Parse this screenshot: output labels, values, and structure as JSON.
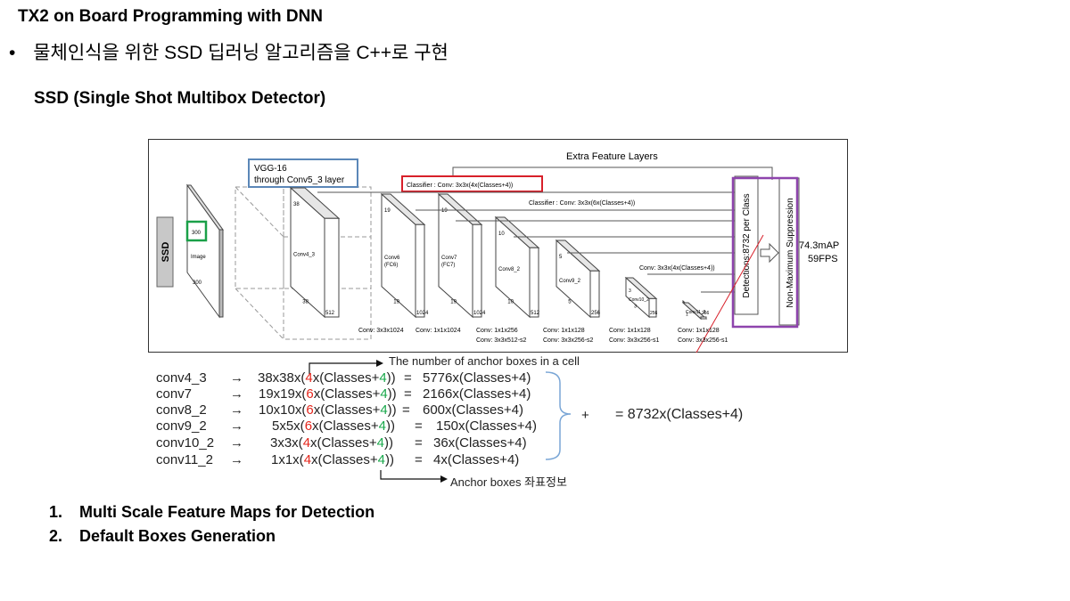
{
  "slide": {
    "title": "TX2 on Board Programming with DNN",
    "bullet_marker": "•",
    "bullet_text": "물체인식을 위한 SSD 딥러닝 알고리즘을 C++로 구현",
    "subtitle": "SSD (Single Shot Multibox Detector)"
  },
  "diagram": {
    "ssd_label": "SSD",
    "extra_feature_layers": "Extra Feature Layers",
    "vgg_label_1": "VGG-16",
    "vgg_label_2": "through Conv5_3 layer",
    "classifier_red": "Classifier : Conv: 3x3x(4x(Classes+4))",
    "classifier_2": "Classifier : Conv: 3x3x(6x(Classes+4))",
    "conv_side": "Conv: 3x3x(4x(Classes+4))",
    "detections": "Detections:8732 per Class",
    "nms": "Non-Maximum Suppression",
    "map": "74.3mAP",
    "fps": "59FPS",
    "image": {
      "top": "300",
      "label": "Image",
      "bottom": "300"
    },
    "blocks": [
      {
        "side": "38",
        "name": "Conv4_3",
        "bottom": "38",
        "depth": "512"
      },
      {
        "side": "19",
        "name": "Conv6",
        "name2": "(FC6)",
        "bottom": "19",
        "depth": "1024"
      },
      {
        "side": "19",
        "name": "Conv7",
        "name2": "(FC7)",
        "bottom": "19",
        "depth": "1024"
      },
      {
        "side": "10",
        "name": "Conv8_2",
        "bottom": "10",
        "depth": "512"
      },
      {
        "side": "5",
        "name": "Conv9_2",
        "bottom": "5",
        "depth": "256"
      },
      {
        "side": "3",
        "name": "Conv10_2",
        "bottom": "3",
        "depth": "256"
      },
      {
        "side": "1",
        "name": "Conv11_2",
        "bottom": "",
        "depth": "256"
      }
    ],
    "conv_bottom_row1": [
      "Conv: 3x3x1024",
      "Conv: 1x1x1024",
      "Conv: 1x1x256",
      "Conv: 1x1x128",
      "Conv: 1x1x128",
      "Conv: 1x1x128"
    ],
    "conv_bottom_row2": [
      "Conv: 3x3x512-s2",
      "Conv: 3x3x256-s2",
      "Conv: 3x3x256-s1",
      "Conv: 3x3x256-s1"
    ]
  },
  "equations": {
    "anchor_note": "The number of anchor boxes in a cell",
    "coord_note": "Anchor boxes 좌표정보",
    "arrow": "→",
    "rows": [
      {
        "layer": "conv4_3",
        "grid": "38x38x(",
        "anchors": "4",
        "mid": "x(Classes+",
        "coords": "4",
        "end": "))",
        "eq": "=",
        "result": "5776x(Classes+4)"
      },
      {
        "layer": "conv7",
        "grid": "19x19x(",
        "anchors": "6",
        "mid": "x(Classes+",
        "coords": "4",
        "end": "))",
        "eq": "=",
        "result": "2166x(Classes+4)"
      },
      {
        "layer": "conv8_2",
        "grid": "10x10x(",
        "anchors": "6",
        "mid": "x(Classes+",
        "coords": "4",
        "end": "))",
        "eq": "=",
        "result": "600x(Classes+4)"
      },
      {
        "layer": "conv9_2",
        "grid": "5x5x(",
        "anchors": "6",
        "mid": "x(Classes+",
        "coords": "4",
        "end": "))",
        "eq": "=",
        "result": "150x(Classes+4)"
      },
      {
        "layer": "conv10_2",
        "grid": "3x3x(",
        "anchors": "4",
        "mid": "x(Classes+",
        "coords": "4",
        "end": "))",
        "eq": "=",
        "result": "36x(Classes+4)"
      },
      {
        "layer": "conv11_2",
        "grid": "1x1x(",
        "anchors": "4",
        "mid": "x(Classes+",
        "coords": "4",
        "end": "))",
        "eq": "=",
        "result": "4x(Classes+4)"
      }
    ],
    "plus": "+",
    "sum": "= 8732x(Classes+4)"
  },
  "list": [
    {
      "num": "1.",
      "text": "Multi Scale Feature Maps for Detection"
    },
    {
      "num": "2.",
      "text": "Default Boxes Generation"
    }
  ]
}
